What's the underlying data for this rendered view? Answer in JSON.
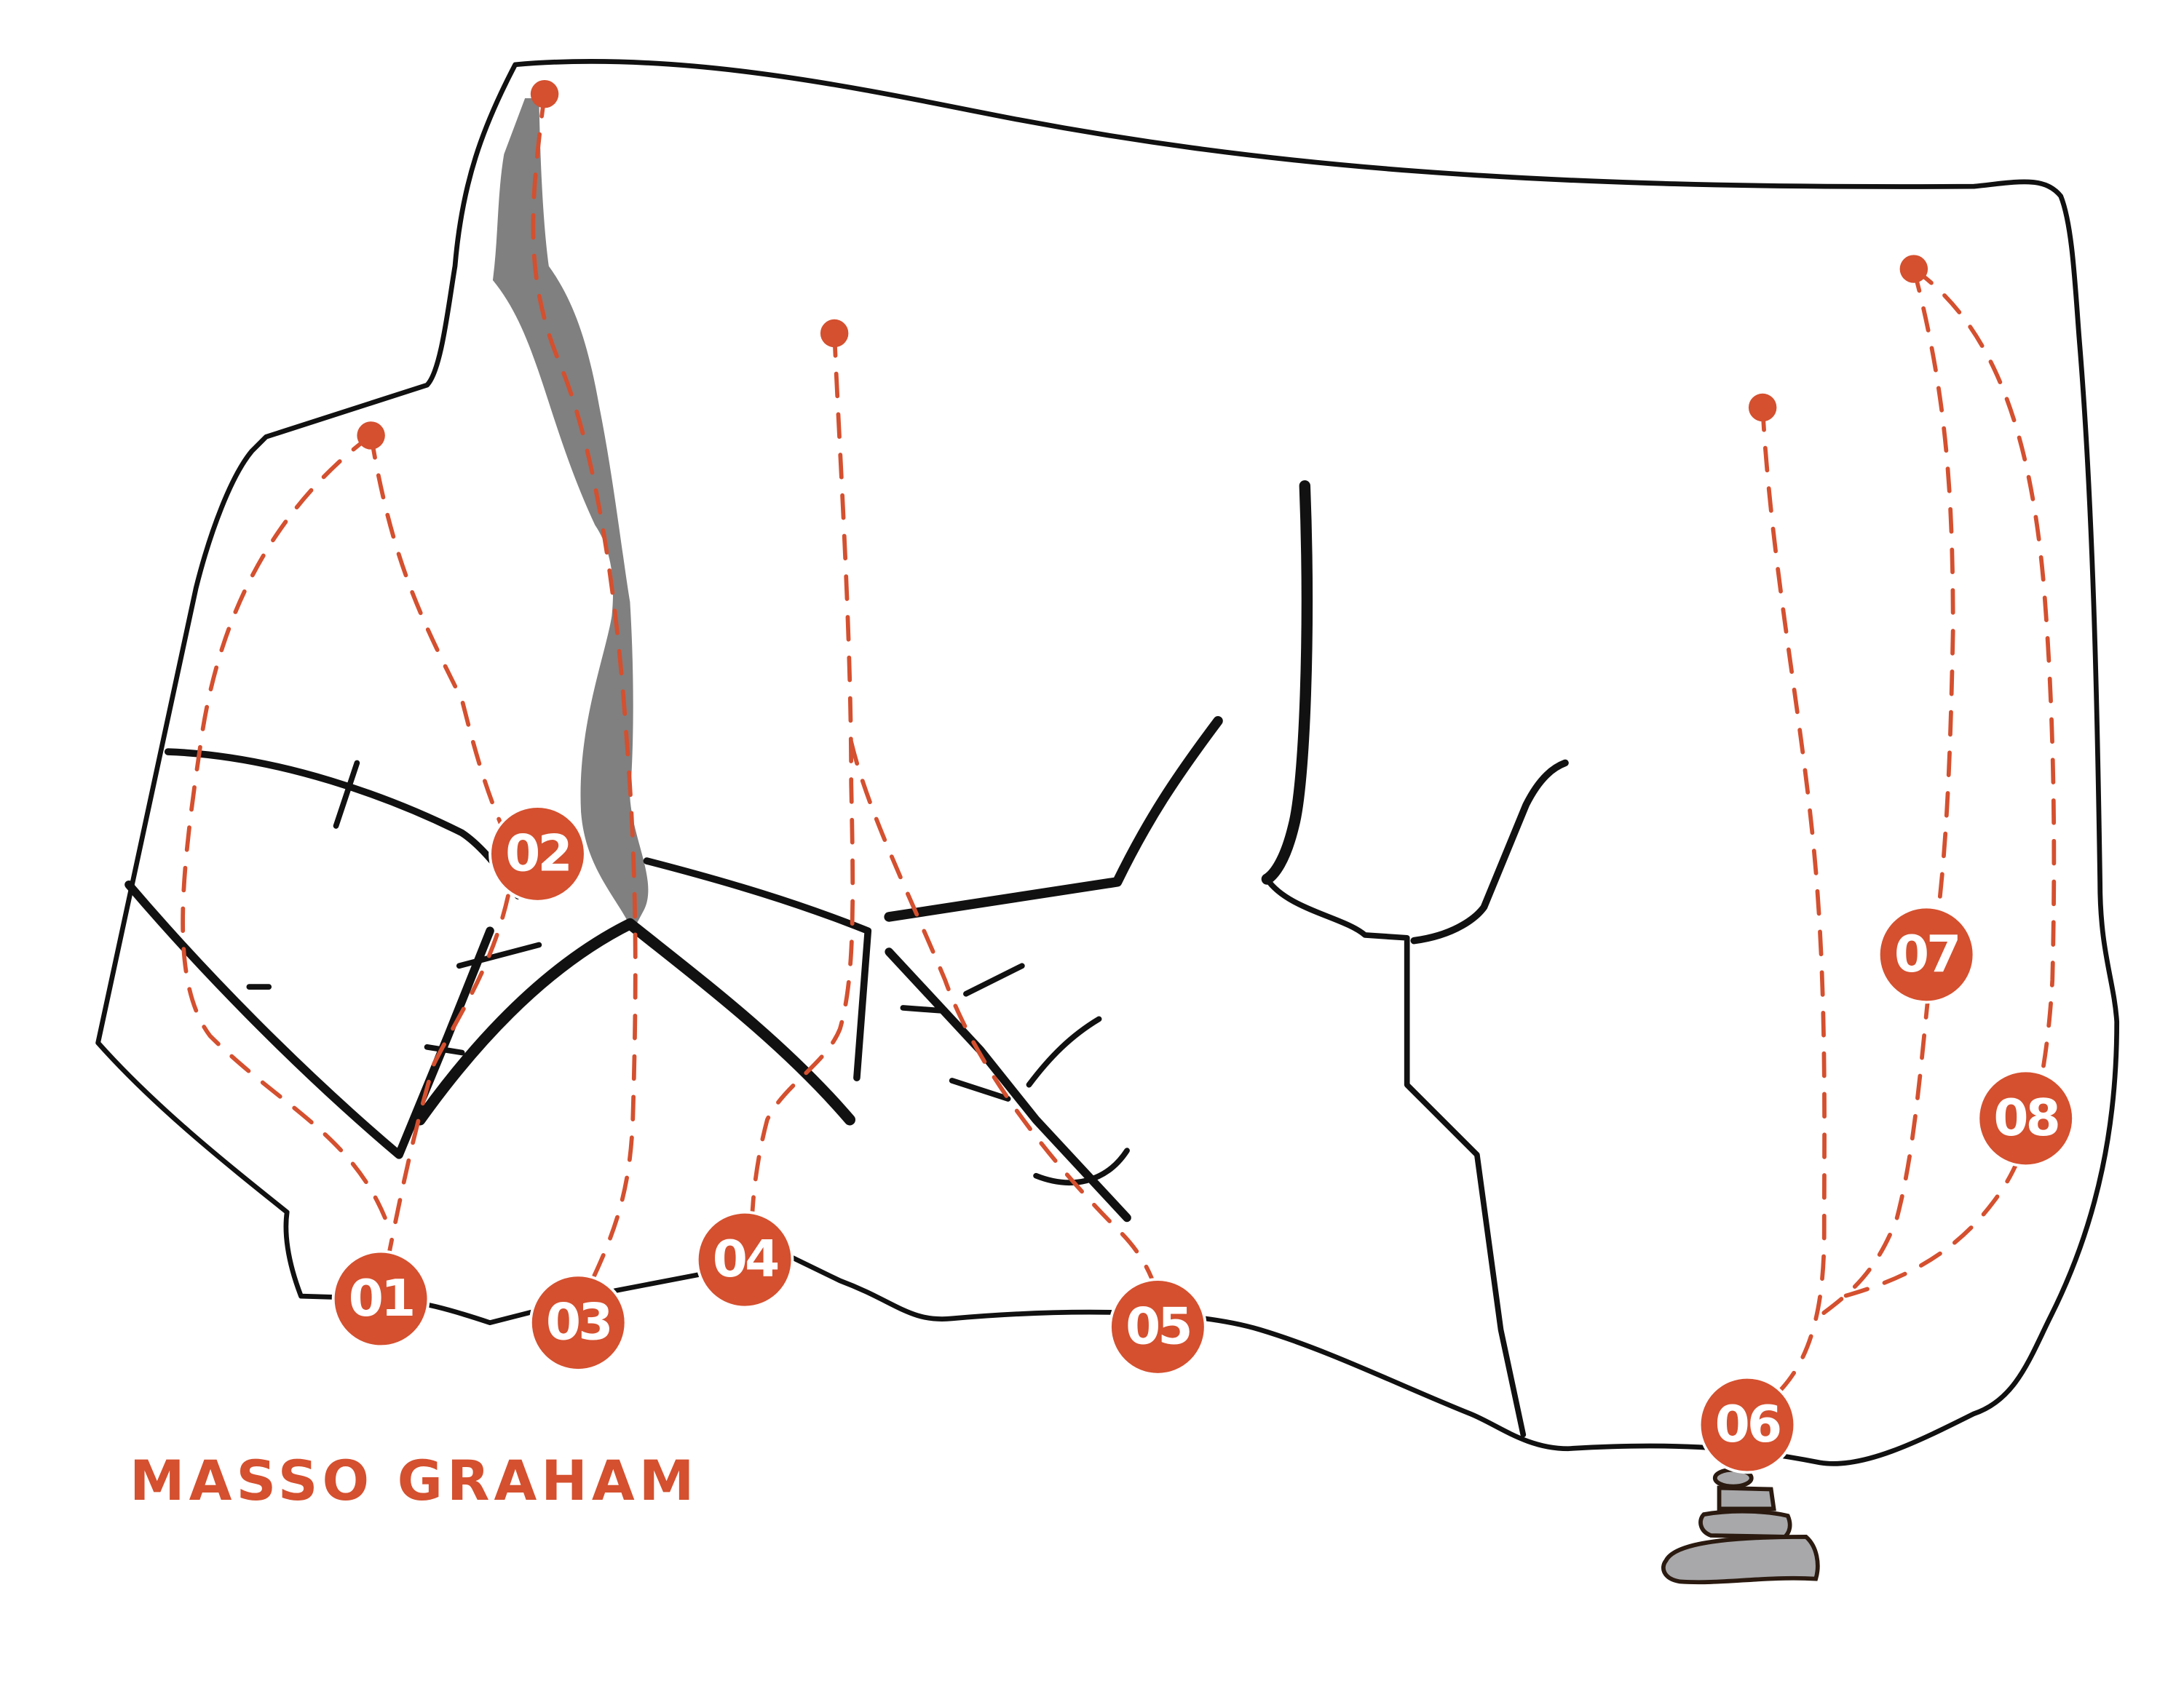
{
  "title": "MASSO GRAHAM",
  "accent_color": "#d4502f",
  "routes": [
    {
      "number": "01"
    },
    {
      "number": "02"
    },
    {
      "number": "03"
    },
    {
      "number": "04"
    },
    {
      "number": "05"
    },
    {
      "number": "06"
    },
    {
      "number": "07"
    },
    {
      "number": "08"
    }
  ],
  "icons": {
    "start": "start-dot-icon",
    "descent": "cairn-icon"
  }
}
